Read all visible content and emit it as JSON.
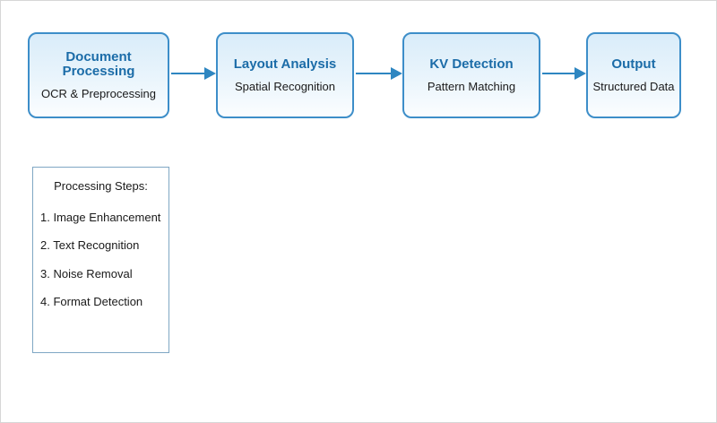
{
  "flow": {
    "steps": [
      {
        "title": "Document Processing",
        "subtitle": "OCR & Preprocessing"
      },
      {
        "title": "Layout Analysis",
        "subtitle": "Spatial Recognition"
      },
      {
        "title": "KV Detection",
        "subtitle": "Pattern Matching"
      },
      {
        "title": "Output",
        "subtitle": "Structured Data"
      }
    ]
  },
  "panel": {
    "title": "Processing Steps:",
    "items": [
      "1. Image Enhancement",
      "2. Text Recognition",
      "3. Noise Removal",
      "4. Format Detection"
    ]
  },
  "colors": {
    "box_border": "#3d8ec9",
    "box_fill_top": "#d9ecf9",
    "title_text": "#1b6ca8",
    "arrow": "#2e86c1",
    "panel_border": "#7fa7c4"
  }
}
